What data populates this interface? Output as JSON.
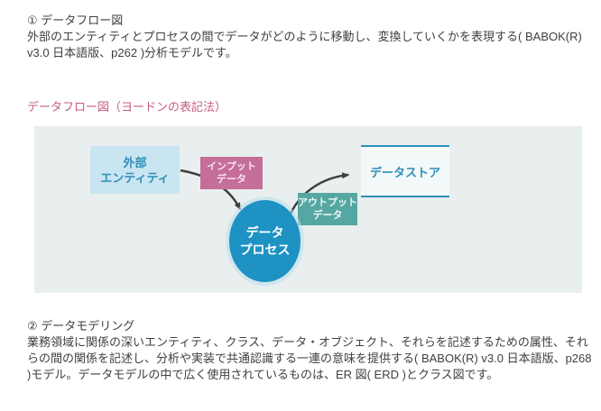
{
  "section1": {
    "heading": "① データフロー図",
    "body": "外部のエンティティとプロセスの間でデータがどのように移動し、変換していくかを表現する( BABOK(R) v3.0 日本語版、p262 )分析モデルです。"
  },
  "diagram": {
    "title": "データフロー図（ヨードンの表記法）",
    "external_entity": "外部\nエンティティ",
    "input_data": "インプット\nデータ",
    "data_store": "データストア",
    "output_data": "アウトプット\nデータ",
    "data_process": "データ\nプロセス"
  },
  "section2": {
    "heading": "② データモデリング",
    "body": "業務領域に関係の深いエンティティ、クラス、データ・オブジェクト、それらを記述するための属性、それらの間の関係を記述し、分析や実装で共通認識する一連の意味を提供する( BABOK(R) v3.0 日本語版、p268 )モデル。データモデルの中で広く使用されているものは、ER 図( ERD )とクラス図です。"
  },
  "colors": {
    "heading_accent": "#c75d7d",
    "body_text": "#3f3f3f",
    "diagram_background": "#e9efee",
    "external_entity_fill": "#c9e5f1",
    "entity_text": "#2e8fb8",
    "input_data_fill": "#c56e99",
    "output_data_fill": "#55a7a3",
    "data_process_fill": "#1d92c3",
    "data_store_line": "#2e8fbc",
    "arrow": "#3f3f3f"
  }
}
